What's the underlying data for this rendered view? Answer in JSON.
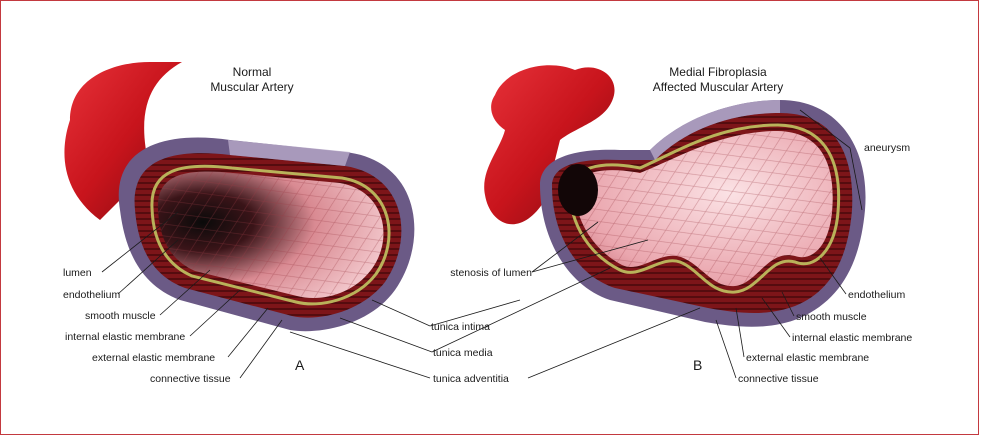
{
  "panel_a": {
    "title_line1": "Normal",
    "title_line2": "Muscular Artery",
    "letter": "A",
    "labels": {
      "lumen": "lumen",
      "endothelium": "endothelium",
      "smooth_muscle": "smooth muscle",
      "internal_elastic_membrane": "internal elastic membrane",
      "external_elastic_membrane": "external elastic membrane",
      "connective_tissue": "connective tissue"
    }
  },
  "center_labels": {
    "tunica_intima": "tunica intima",
    "tunica_media": "tunica media",
    "tunica_adventitia": "tunica adventitia",
    "stenosis_of_lumen": "stenosis of lumen"
  },
  "panel_b": {
    "title_line1": "Medial Fibroplasia",
    "title_line2": "Affected Muscular Artery",
    "letter": "B",
    "labels": {
      "aneurysm": "aneurysm",
      "endothelium": "endothelium",
      "smooth_muscle": "smooth muscle",
      "internal_elastic_membrane": "internal elastic membrane",
      "external_elastic_membrane": "external elastic membrane",
      "connective_tissue": "connective tissue"
    }
  },
  "colors": {
    "frame_border": "#c3393f",
    "artery_red": "#c8141c",
    "adventitia_purple": "#6b5a86",
    "media_red": "#8a1a1e",
    "lumen_pink": "#f1b7bd"
  }
}
